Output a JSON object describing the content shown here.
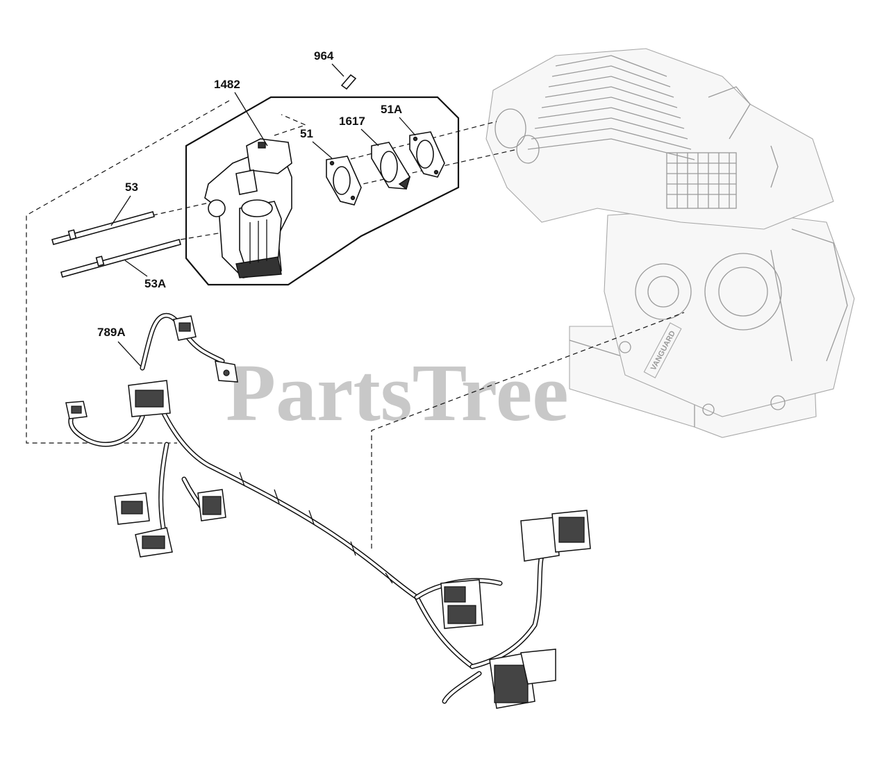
{
  "watermark": "PartsTree",
  "callouts": {
    "c964": "964",
    "c1482": "1482",
    "c51": "51",
    "c1617": "1617",
    "c51a": "51A",
    "c53": "53",
    "c53a": "53A",
    "c789a": "789A"
  },
  "engine_brand": "VANGUARD"
}
